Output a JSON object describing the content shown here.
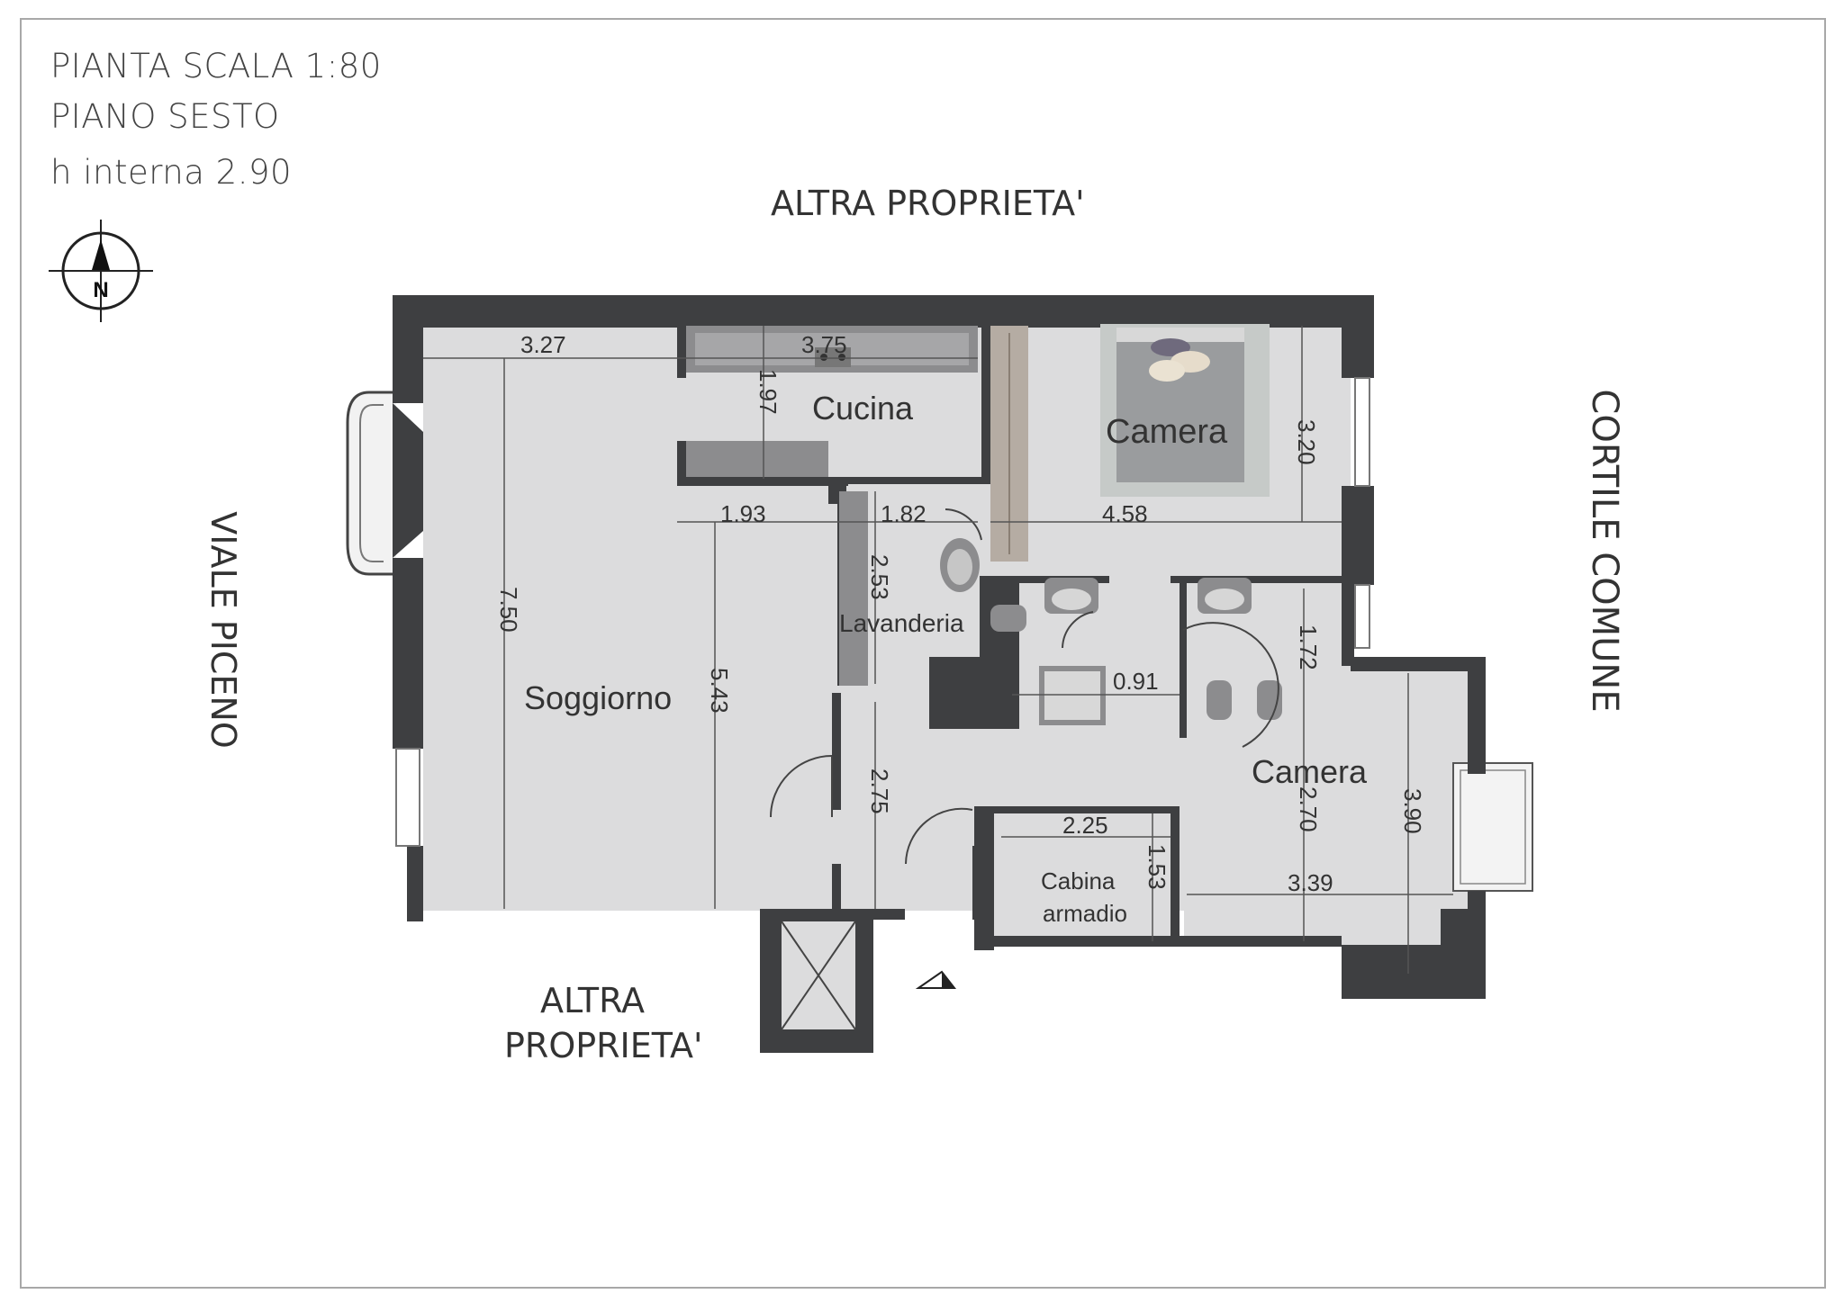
{
  "header": {
    "scale": "PIANTA SCALA 1:80",
    "floor": "PIANO SESTO",
    "height": "h interna 2.90"
  },
  "compass": {
    "label": "N",
    "icon": "north-arrow-icon"
  },
  "surroundings": {
    "north": "ALTRA PROPRIETA'",
    "west": "VIALE PICENO",
    "east": "CORTILE COMUNE",
    "south_line1": "ALTRA",
    "south_line2": "PROPRIETA'"
  },
  "rooms": {
    "soggiorno": "Soggiorno",
    "cucina": "Cucina",
    "camera1": "Camera",
    "lavanderia": "Lavanderia",
    "camera2": "Camera",
    "cabina_line1": "Cabina",
    "cabina_line2": "armadio"
  },
  "dimensions": {
    "d_327": "3.27",
    "d_375": "3.75",
    "d_197": "1.97",
    "d_193": "1.93",
    "d_182": "1.82",
    "d_458": "4.58",
    "d_320": "3.20",
    "d_750": "7.50",
    "d_543": "5.43",
    "d_253": "2.53",
    "d_091": "0.91",
    "d_172": "1.72",
    "d_275": "2.75",
    "d_225": "2.25",
    "d_153": "1.53",
    "d_270": "2.70",
    "d_390": "3.90",
    "d_339": "3.39"
  },
  "colors": {
    "wall": "#3e3f41",
    "floor": "#dcdcdd",
    "furniture": "#8c8c8e",
    "wood": "#b5aca3",
    "line": "#555555"
  }
}
